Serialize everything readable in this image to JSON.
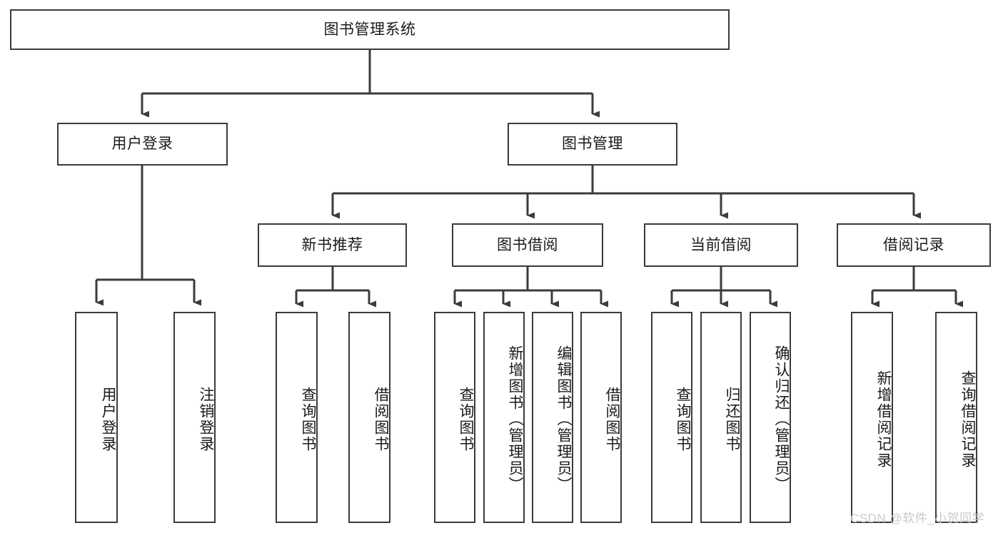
{
  "diagram": {
    "title": "图书管理系统",
    "watermark": "CSDN @软件_小贺同学",
    "colors": {
      "box_border": "#3b3b3b",
      "box_fill": "#ffffff",
      "connector": "#3b3b3b",
      "text": "#1a1a1a",
      "watermark": "#c9c9c9",
      "background": "#ffffff"
    },
    "root": {
      "label": "图书管理系统"
    },
    "level1": [
      {
        "label": "用户登录"
      },
      {
        "label": "图书管理"
      }
    ],
    "level2": [
      {
        "label": "新书推荐"
      },
      {
        "label": "图书借阅"
      },
      {
        "label": "当前借阅"
      },
      {
        "label": "借阅记录"
      }
    ],
    "leaves": {
      "user_login": [
        {
          "label": "用户登录"
        },
        {
          "label": "注销登录"
        }
      ],
      "new_book_recommend": [
        {
          "label": "查询图书"
        },
        {
          "label": "借阅图书"
        }
      ],
      "book_borrow": [
        {
          "label": "查询图书"
        },
        {
          "label": "新增图书（管理员）"
        },
        {
          "label": "编辑图书（管理员）"
        },
        {
          "label": "借阅图书"
        }
      ],
      "current_borrow": [
        {
          "label": "查询图书"
        },
        {
          "label": "归还图书"
        },
        {
          "label": "确认归还（管理员）"
        }
      ],
      "borrow_record": [
        {
          "label": "新增借阅记录"
        },
        {
          "label": "查询借阅记录"
        }
      ]
    }
  }
}
